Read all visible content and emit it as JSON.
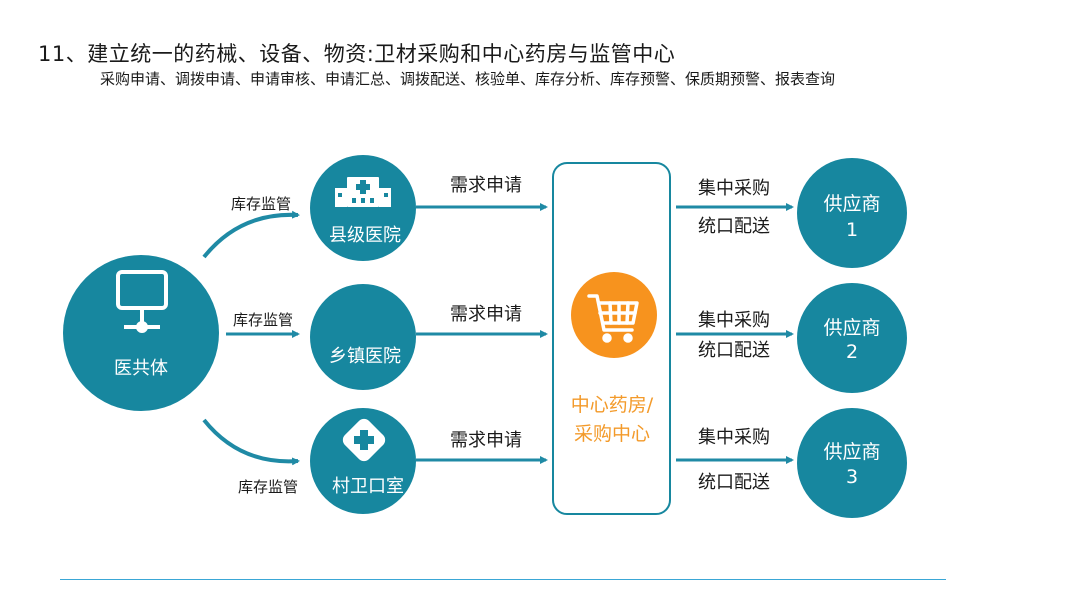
{
  "header": {
    "title": "11、建立统一的药械、设备、物资:卫材采购和中心药房与监管中心",
    "subtitle": "采购申请、调拨申请、申请审核、申请汇总、调拨配送、核验单、库存分析、库存预警、保质期预警、报表查询"
  },
  "hub": {
    "label": "医共体",
    "icon": "monitor-network-icon"
  },
  "links": {
    "inventory_top": "库存监管",
    "inventory_mid": "库存监管",
    "inventory_bottom": "库存监管"
  },
  "facilities": [
    {
      "label": "县级医院",
      "icon": "hospital-building-icon",
      "request": "需求申请"
    },
    {
      "label": "乡镇医院",
      "icon": "",
      "request": "需求申请"
    },
    {
      "label": "村卫口室",
      "icon": "medical-cross-icon",
      "request": "需求申请"
    }
  ],
  "center": {
    "line1": "中心药房/",
    "line2": "采购中心",
    "icon": "shopping-cart-icon",
    "icon_color": "#f7931e"
  },
  "suppliers": [
    {
      "name": "供应商",
      "number": "1",
      "purchase": "集中采购",
      "delivery": "统口配送"
    },
    {
      "name": "供应商",
      "number": "2",
      "purchase": "集中采购",
      "delivery": "统口配送"
    },
    {
      "name": "供应商",
      "number": "3",
      "purchase": "集中采购",
      "delivery": "统口配送"
    }
  ],
  "colors": {
    "teal": "#17879f",
    "arrow": "#1f8aa5",
    "orange": "#f7931e",
    "rule": "#3aa7d6"
  }
}
